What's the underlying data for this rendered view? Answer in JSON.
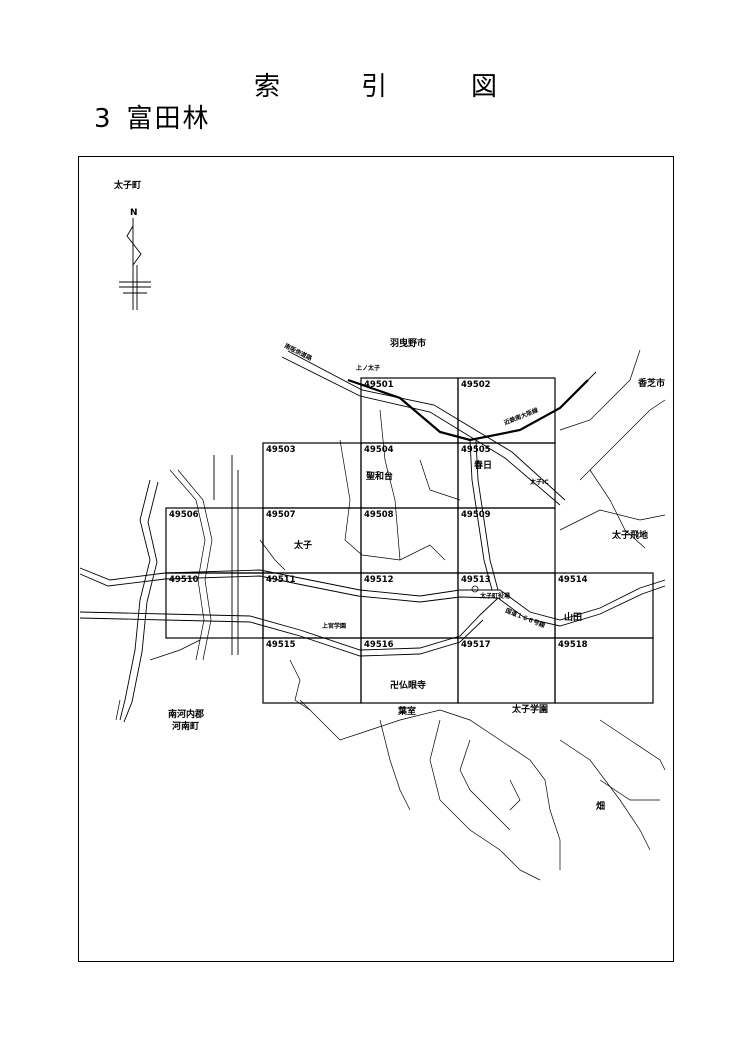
{
  "header": {
    "title_chars": [
      "索",
      "引",
      "図"
    ],
    "sheet_number": "3",
    "sheet_name": "富田林"
  },
  "map": {
    "north_label": "N",
    "town_label": "太子町",
    "grid_cells": [
      {
        "id": "49501"
      },
      {
        "id": "49502"
      },
      {
        "id": "49503"
      },
      {
        "id": "49504"
      },
      {
        "id": "49505"
      },
      {
        "id": "49506"
      },
      {
        "id": "49507"
      },
      {
        "id": "49508"
      },
      {
        "id": "49509"
      },
      {
        "id": "49510"
      },
      {
        "id": "49511"
      },
      {
        "id": "49512"
      },
      {
        "id": "49513"
      },
      {
        "id": "49514"
      },
      {
        "id": "49515"
      },
      {
        "id": "49516"
      },
      {
        "id": "49517"
      },
      {
        "id": "49518"
      }
    ],
    "place_labels": [
      {
        "text": "羽曳野市"
      },
      {
        "text": "香芝市"
      },
      {
        "text": "聖和台"
      },
      {
        "text": "春日"
      },
      {
        "text": "太子"
      },
      {
        "text": "太子飛地"
      },
      {
        "text": "山田"
      },
      {
        "text": "卍仏眼寺"
      },
      {
        "text": "葉室"
      },
      {
        "text": "太子学園"
      },
      {
        "text": "南河内郡"
      },
      {
        "text": "河南町"
      },
      {
        "text": "畑"
      }
    ],
    "small_labels": [
      {
        "text": "南阪奈道路"
      },
      {
        "text": "上ノ太子"
      },
      {
        "text": "近鉄南大阪線"
      },
      {
        "text": "太子IC"
      },
      {
        "text": "太子町役場"
      },
      {
        "text": "国道１６６号線"
      },
      {
        "text": "上宮学園"
      }
    ]
  }
}
